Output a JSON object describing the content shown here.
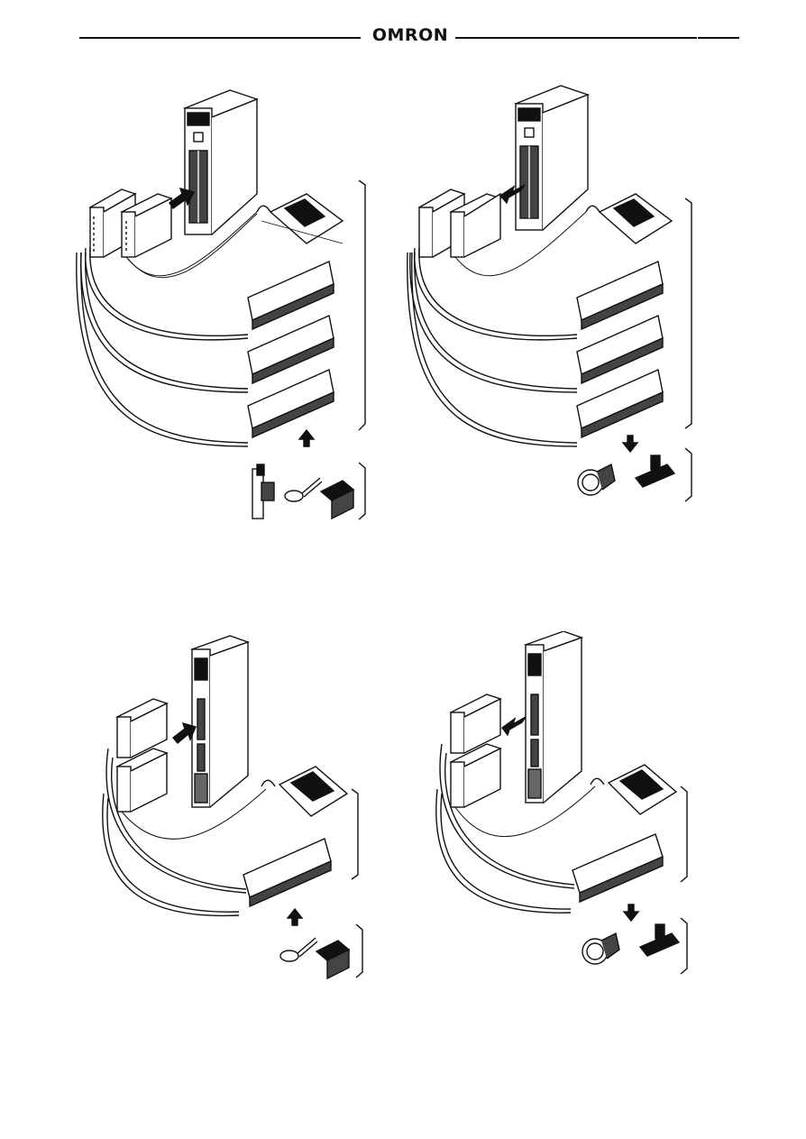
{
  "header": {
    "brand": "OMRON"
  },
  "colors": {
    "ink": "#111111",
    "paper": "#ffffff"
  },
  "figures": [
    {
      "id": "fig-top-left",
      "arrow_to_unit": "right",
      "field_arrow": "up",
      "terminal_blocks": 3,
      "field_devices": [
        "limit-switch-icon",
        "proximity-sensor-icon",
        "photoelectric-sensor-icon"
      ]
    },
    {
      "id": "fig-top-right",
      "arrow_to_unit": "left",
      "field_arrow": "down",
      "terminal_blocks": 3,
      "field_devices": [
        "indicator-lamp-icon",
        "solenoid-valve-icon"
      ]
    },
    {
      "id": "fig-bottom-left",
      "arrow_to_unit": "right",
      "field_arrow": "up",
      "terminal_blocks": 1,
      "field_devices": [
        "proximity-sensor-icon",
        "photoelectric-sensor-icon"
      ]
    },
    {
      "id": "fig-bottom-right",
      "arrow_to_unit": "left",
      "field_arrow": "down",
      "terminal_blocks": 1,
      "field_devices": [
        "indicator-lamp-icon",
        "solenoid-valve-icon"
      ]
    }
  ]
}
